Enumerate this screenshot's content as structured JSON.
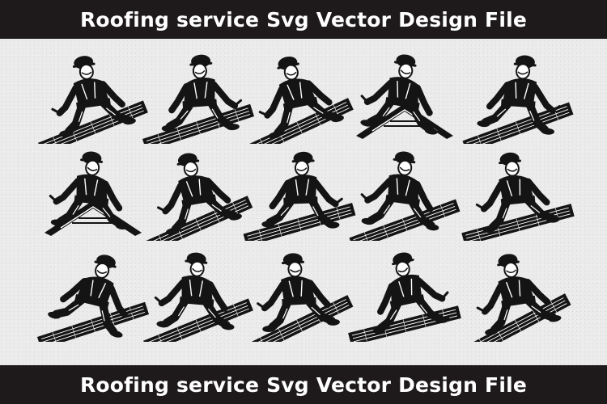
{
  "header": {
    "title": "Roofing service Svg Vector Design File"
  },
  "footer": {
    "title": "Roofing service Svg Vector Design File"
  },
  "illustrations": {
    "rows": 3,
    "columns": 5,
    "subject": "roofer-silhouette",
    "colors": {
      "ink": "#141414",
      "paper": "#ffffff",
      "background": "#ebebeb",
      "banner": "#1e1a1b"
    }
  }
}
